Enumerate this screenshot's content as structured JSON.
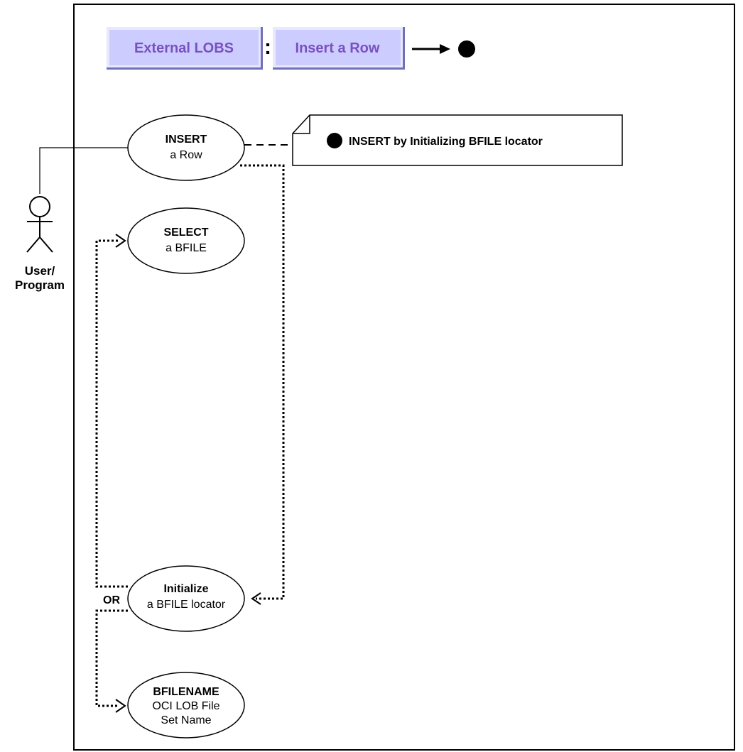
{
  "colors": {
    "button_face": "#ccccff",
    "button_text": "#7a50c0",
    "button_bevel_dark": "#7070b8",
    "button_bevel_light": "#e8e8ff",
    "ink": "#000000"
  },
  "header": {
    "breadcrumb": [
      {
        "label": "External LOBS",
        "icon": "bevel-button"
      },
      {
        "label": "Insert a Row",
        "icon": "bevel-button"
      }
    ],
    "separator": ":",
    "target_marker": "C"
  },
  "actor": {
    "label_line1": "User/",
    "label_line2": "Program",
    "icon": "stick-figure-icon"
  },
  "use_cases": {
    "insert": {
      "title": "INSERT",
      "subtitle": "a Row"
    },
    "select": {
      "title": "SELECT",
      "subtitle": "a BFILE"
    },
    "initialize": {
      "title": "Initialize",
      "subtitle": "a BFILE locator"
    },
    "bfilename": {
      "title": "BFILENAME",
      "subtitle": "OCI LOB File",
      "subtitle2": "Set Name"
    }
  },
  "note": {
    "marker": "C",
    "text": "INSERT by Initializing BFILE locator"
  },
  "connector_labels": {
    "or": "OR"
  }
}
